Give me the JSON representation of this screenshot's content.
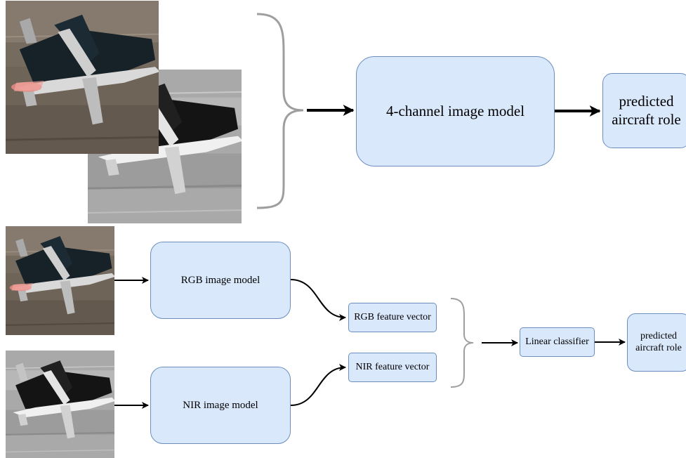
{
  "top_row": {
    "model_label": "4-channel image model",
    "prediction_label": "predicted aircraft role"
  },
  "bottom_row": {
    "rgb_model_label": "RGB image model",
    "nir_model_label": "NIR image model",
    "rgb_feature_label": "RGB feature vector",
    "nir_feature_label": "NIR feature vector",
    "classifier_label": "Linear classifier",
    "prediction_label": "predicted aircraft role"
  },
  "colors": {
    "box_fill": "#dae8fc",
    "box_border": "#6c8ebf",
    "arrow": "#000000",
    "brace": "#9e9e9e"
  }
}
